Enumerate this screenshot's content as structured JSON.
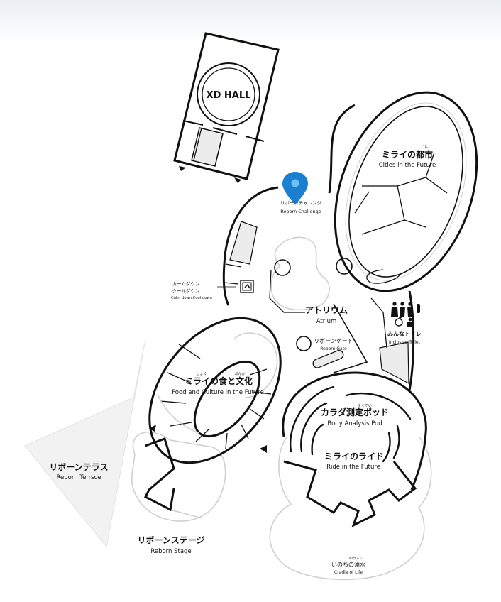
{
  "map": {
    "colors": {
      "pin": "#1a7fd1",
      "line": "#111111",
      "outline": "#cfcfcf",
      "fill": "#ececec"
    },
    "xd_hall": {
      "label": "XD HALL"
    },
    "reborn_challenge": {
      "jp": "リボーンチャレンジ",
      "en": "Reborn Challenge",
      "marker": "location-pin-icon"
    },
    "cities": {
      "jp": "ミライの都市",
      "ruby": "とし",
      "en": "Cities in the Future"
    },
    "calm_down": {
      "jp1": "カームダウン",
      "jp2": "クールダウン",
      "en": "Calm down,Cool down",
      "icon": "calm-down-icon"
    },
    "atrium": {
      "jp": "アトリウム",
      "en": "Atrium"
    },
    "reborn_gate": {
      "jp": "リボーンゲート",
      "en": "Reborn Gate"
    },
    "toilet": {
      "jp": "みんなトイレ",
      "en": "Inclusive Toilet",
      "icons": [
        "person-icon",
        "wheelchair-icon",
        "baby-icon"
      ]
    },
    "food": {
      "jp": "ミライの食と文化",
      "ruby1": "しょく",
      "ruby2": "ぶんか",
      "en": "Food and Culture in the Future"
    },
    "body_pod": {
      "jp": "カラダ測定ポッド",
      "ruby": "そくてい",
      "en": "Body Analysis Pod"
    },
    "ride": {
      "jp": "ミライのライド",
      "en": "Ride in the Future"
    },
    "terrace": {
      "jp": "リボーンテラス",
      "en": "Reborn Terrsce"
    },
    "stage": {
      "jp": "リボーンステージ",
      "en": "Reborn Stage"
    },
    "cradle": {
      "jp": "いのちの湧水",
      "ruby": "ゆうすい",
      "en": "Cradle of Life"
    }
  }
}
